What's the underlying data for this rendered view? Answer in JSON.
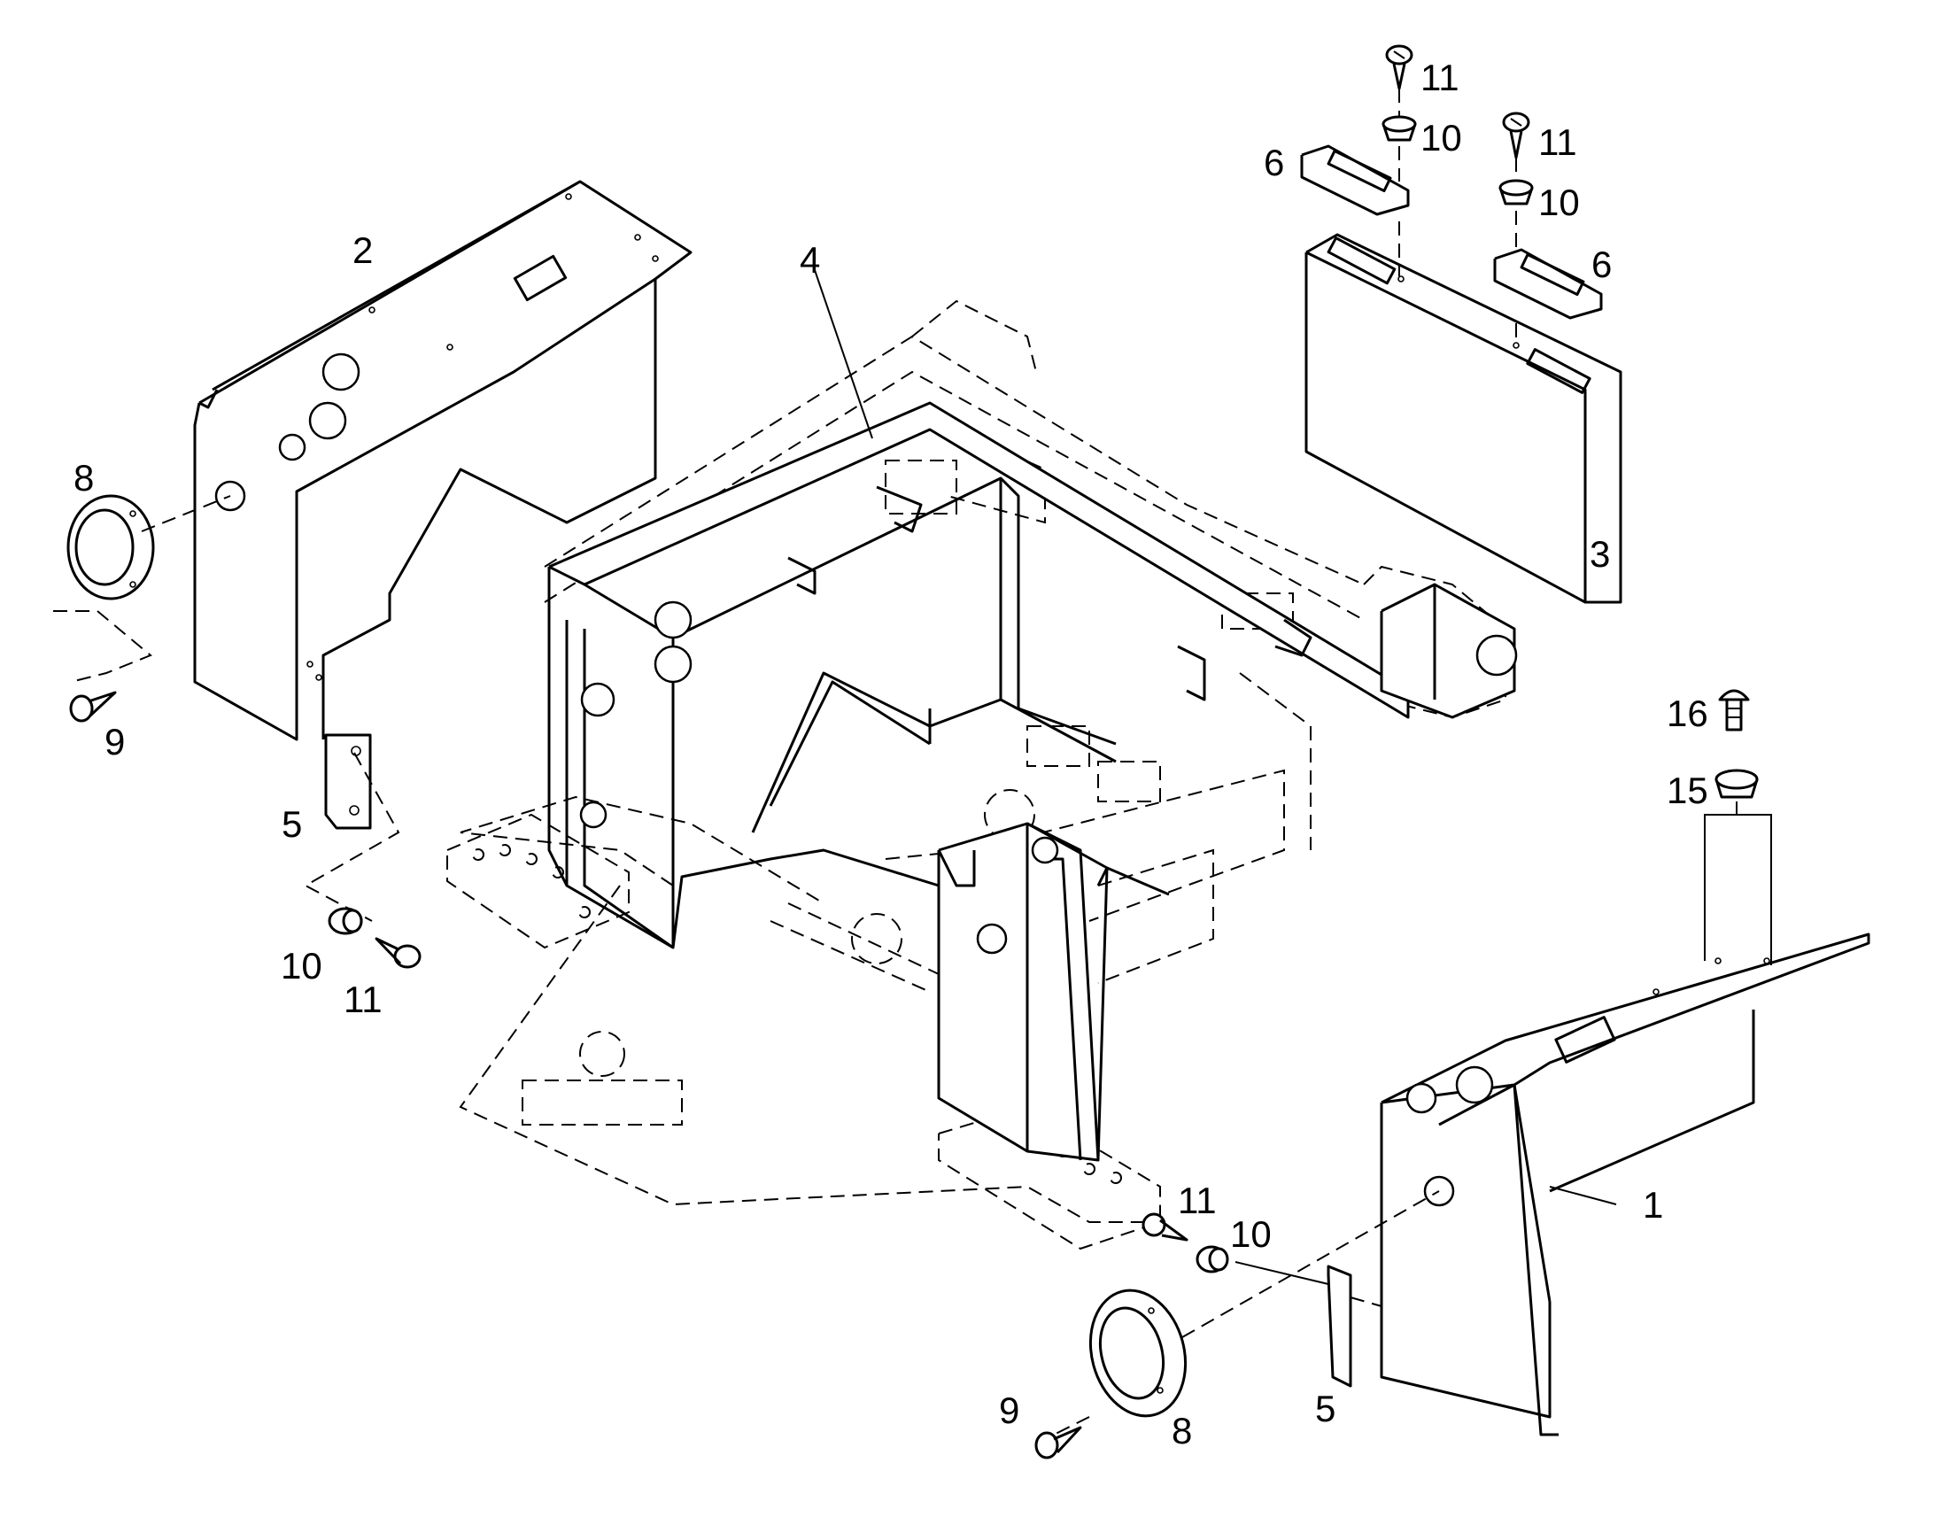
{
  "diagram": {
    "part_numbers": {
      "panel_right": "1",
      "panel_left": "2",
      "panel_top": "3",
      "frame": "4",
      "bracket_left": "5",
      "bracket_right": "5",
      "clip_top_a": "6",
      "clip_top_b": "6",
      "grommet_left": "8",
      "grommet_right": "8",
      "screw_left": "9",
      "screw_right": "9",
      "bushing_top_a": "10",
      "bushing_top_b": "10",
      "bushing_left": "10",
      "bushing_right": "10",
      "tapscrew_top_a": "11",
      "tapscrew_top_b": "11",
      "tapscrew_left": "11",
      "tapscrew_right": "11",
      "washer": "15",
      "bolt": "16"
    }
  }
}
